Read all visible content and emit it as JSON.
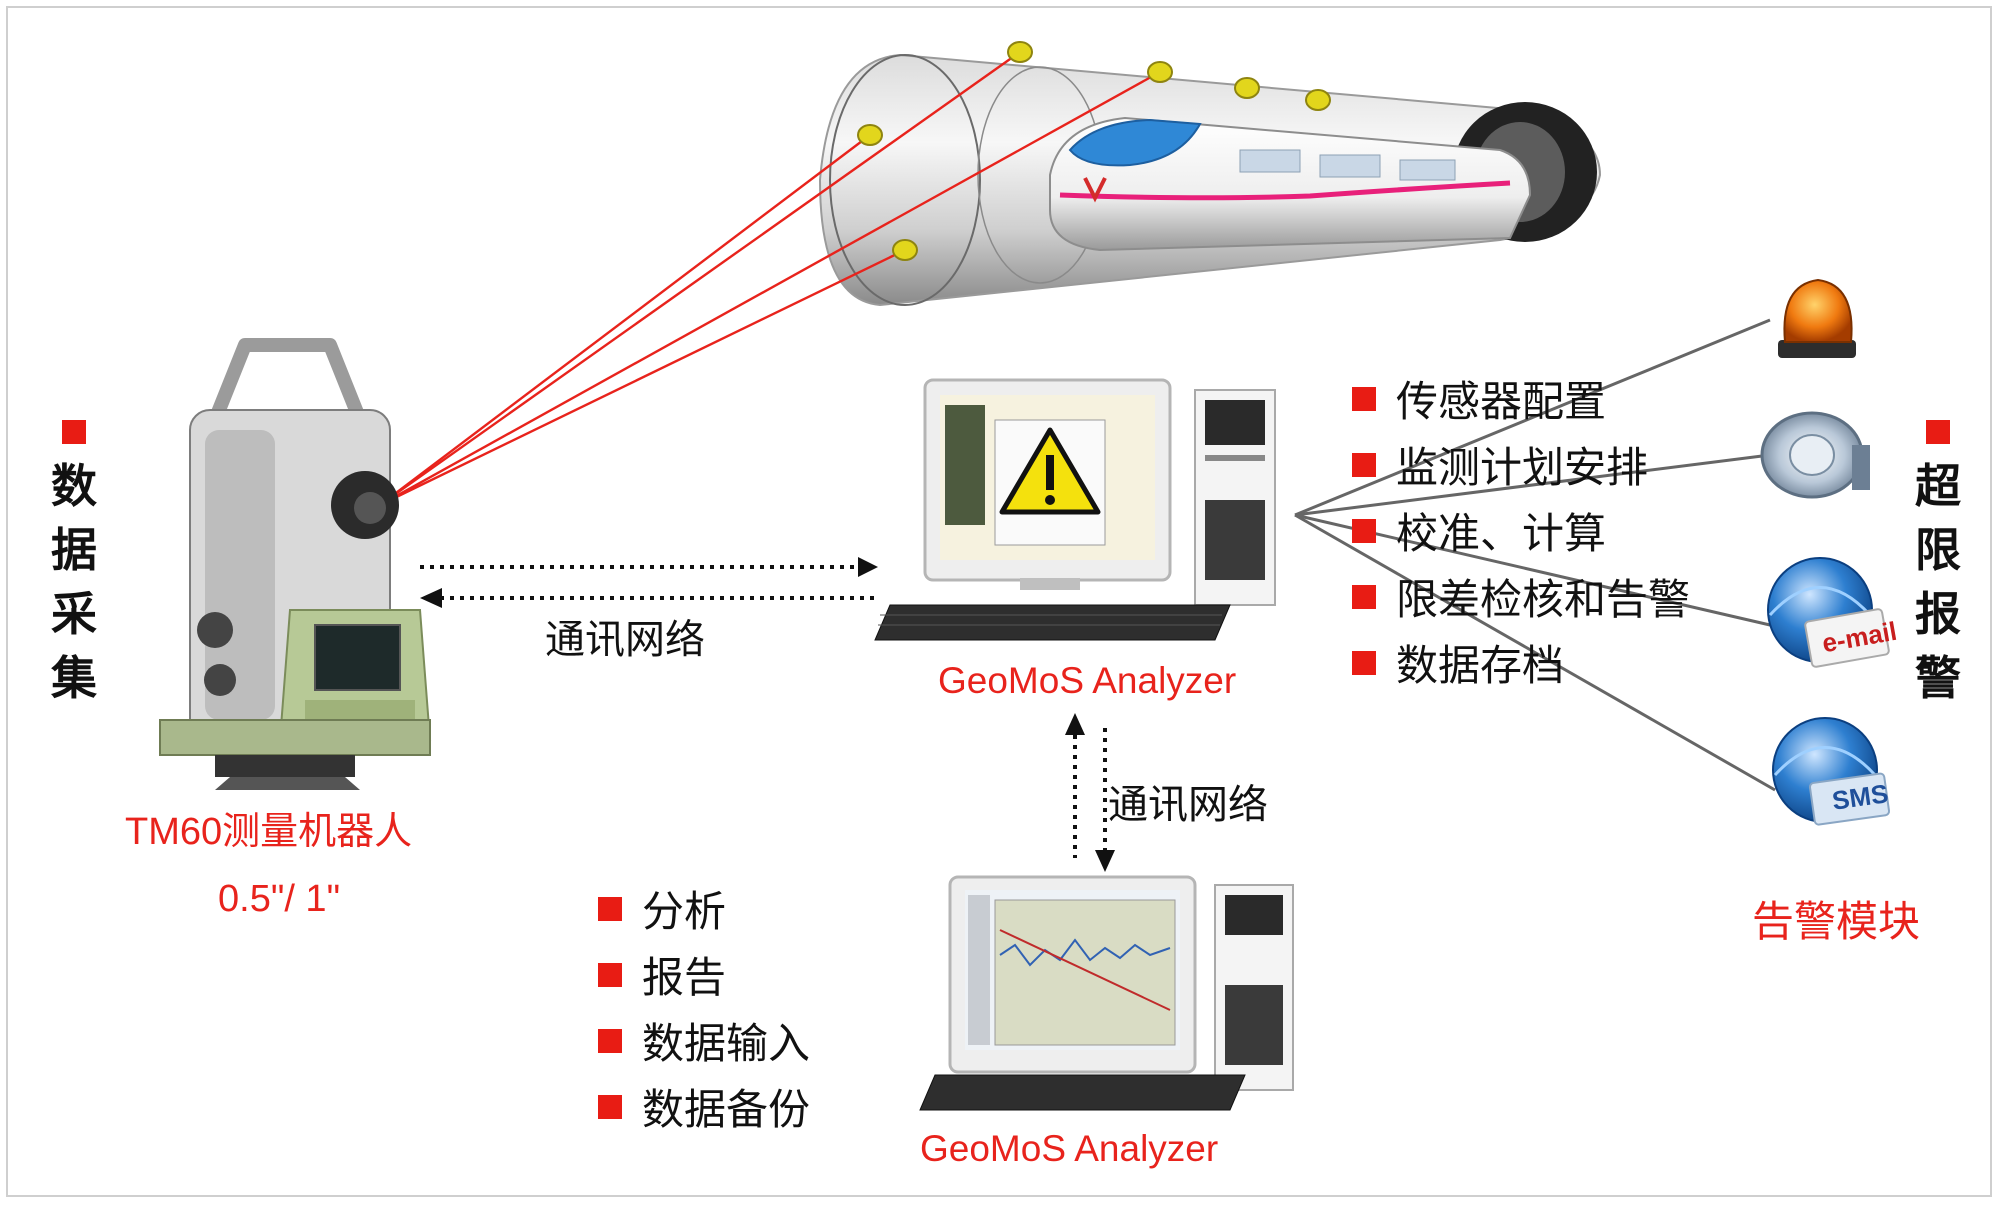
{
  "left_label": {
    "chars": [
      "数",
      "据",
      "采",
      "集"
    ]
  },
  "right_label": {
    "chars": [
      "超",
      "限",
      "报",
      "警"
    ]
  },
  "robot": {
    "name": "TM60测量机器人",
    "accuracy": "0.5\"/ 1\""
  },
  "network_label_1": "通讯网络",
  "network_label_2": "通讯网络",
  "analyzer_top": {
    "label": "GeoMoS Analyzer"
  },
  "analyzer_bottom": {
    "label": "GeoMoS Analyzer"
  },
  "top_functions": [
    "传感器配置",
    "监测计划安排",
    "校准、计算",
    "限差检核和告警",
    "数据存档"
  ],
  "bottom_functions": [
    "分析",
    "报告",
    "数据输入",
    "数据备份"
  ],
  "alarm_module": {
    "label": "告警模块",
    "email_text": "e-mail",
    "sms_text": "SMS"
  },
  "colors": {
    "accent_red": "#e8231c",
    "bullet_red": "#e81c14",
    "laser": "#e8231c",
    "prism": "#e2d61c"
  }
}
